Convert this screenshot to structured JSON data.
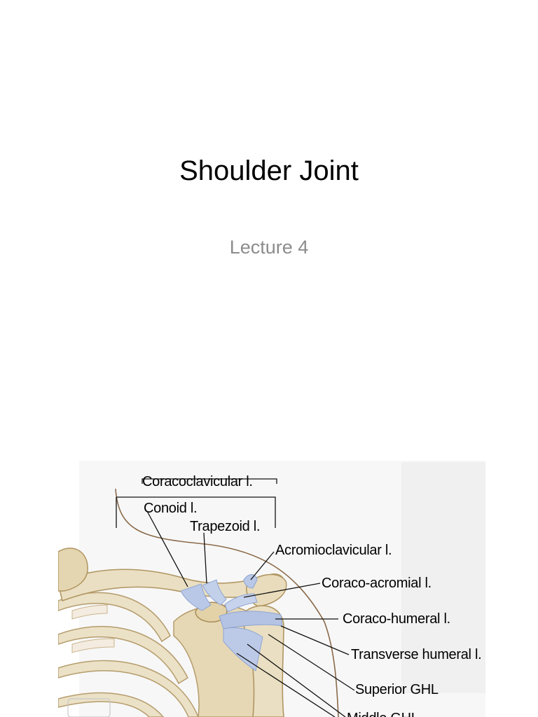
{
  "slide": {
    "title": "Shoulder Joint",
    "subtitle": "Lecture 4"
  },
  "figure": {
    "labels": {
      "coracoclavicular": "Coracoclavicular l.",
      "conoid": "Conoid l.",
      "trapezoid": "Trapezoid l.",
      "acromioclavicular": "Acromioclavicular l.",
      "coraco_acromial": "Coraco-acromial l.",
      "coraco_humeral": "Coraco-humeral l.",
      "transverse_humeral": "Transverse humeral l.",
      "superior_ghl": "Superior GHL",
      "middle_ghl": "Middle GHL"
    },
    "colors": {
      "bone": "#e8dcbf",
      "bone_shadow": "#c8b48a",
      "ligament": "#b9c8e6",
      "ligament_dark": "#8fa5d2",
      "watermark": "#f2f2f2"
    }
  }
}
